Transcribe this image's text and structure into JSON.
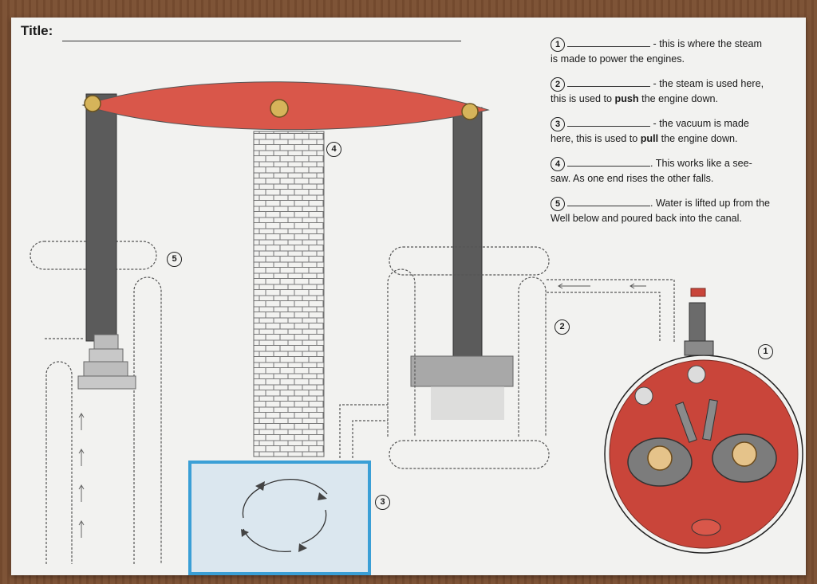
{
  "worksheet": {
    "title_label": "Title:",
    "questions": [
      {
        "num": "1",
        "text_a": " - this is where the steam",
        "text_b": "is made to power the engines."
      },
      {
        "num": "2",
        "text_a": " - the steam is used here,",
        "text_b_pre": "this is used to ",
        "text_b_bold": "push",
        "text_b_post": " the engine down."
      },
      {
        "num": "3",
        "text_a": " - the vacuum is made",
        "text_b_pre": "here, this is used to ",
        "text_b_bold": "pull",
        "text_b_post": " the engine down."
      },
      {
        "num": "4",
        "text_a": ". This works like a see-",
        "text_b": "saw. As one end rises the other falls."
      },
      {
        "num": "5",
        "text_a": ". Water is lifted up from the",
        "text_b": "Well below and poured back into the canal."
      }
    ],
    "diagram_markers": [
      "1",
      "2",
      "3",
      "4",
      "5"
    ]
  },
  "colors": {
    "paper": "#f2f2f0",
    "table_wood": "#7a4e31",
    "beam_red": "#d9574a",
    "boiler_red": "#c9453a",
    "rod_gray": "#5b5b5b",
    "condenser_blue": "#3a9fd6"
  }
}
